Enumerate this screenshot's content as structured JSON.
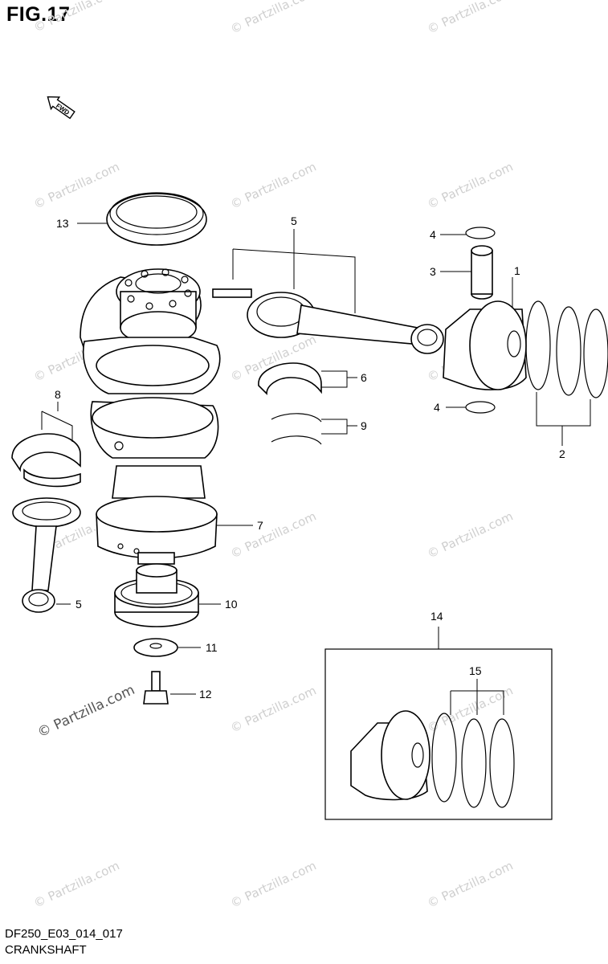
{
  "figure": {
    "title": "FIG.17",
    "diagram_code": "DF250_E03_014_017",
    "caption": "CRANKSHAFT",
    "fwd_label": "FWD"
  },
  "watermark": {
    "text": "© Partzilla.com"
  },
  "callouts": [
    {
      "id": "13",
      "label": "13"
    },
    {
      "id": "5-top",
      "label": "5"
    },
    {
      "id": "4-top",
      "label": "4"
    },
    {
      "id": "3",
      "label": "3"
    },
    {
      "id": "1",
      "label": "1"
    },
    {
      "id": "6",
      "label": "6"
    },
    {
      "id": "4-bottom",
      "label": "4"
    },
    {
      "id": "8",
      "label": "8"
    },
    {
      "id": "9",
      "label": "9"
    },
    {
      "id": "2",
      "label": "2"
    },
    {
      "id": "7",
      "label": "7"
    },
    {
      "id": "5-bottom",
      "label": "5"
    },
    {
      "id": "10",
      "label": "10"
    },
    {
      "id": "14",
      "label": "14"
    },
    {
      "id": "11",
      "label": "11"
    },
    {
      "id": "15",
      "label": "15"
    },
    {
      "id": "12",
      "label": "12"
    }
  ]
}
